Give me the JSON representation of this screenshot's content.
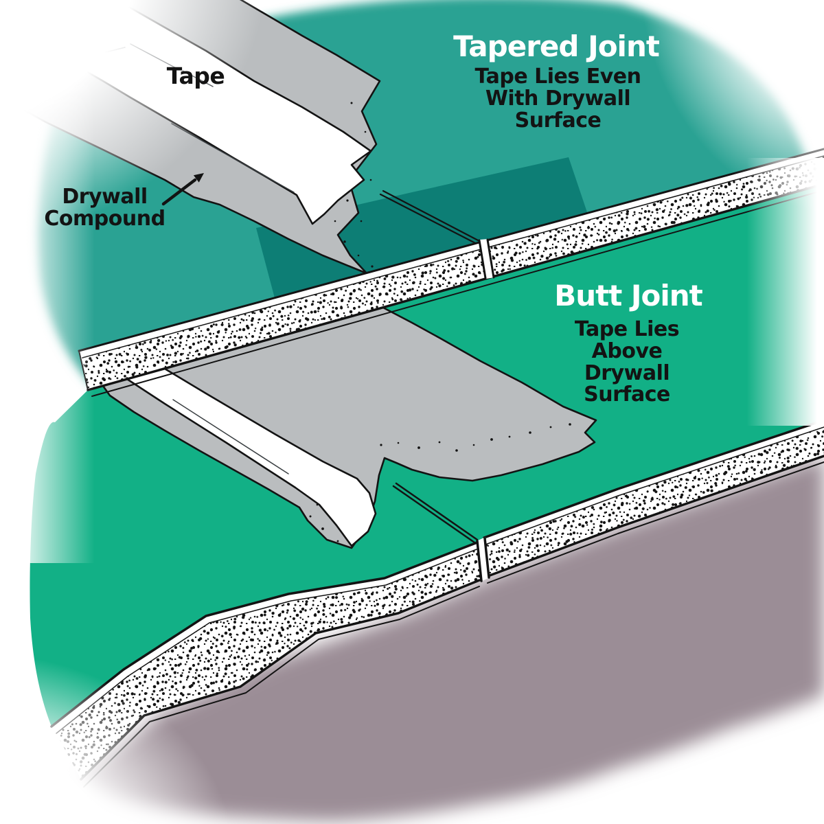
{
  "illustration": {
    "tape_label": "Tape",
    "compound_label": "Drywall\nCompound",
    "tapered": {
      "title": "Tapered Joint",
      "subtitle": "Tape Lies Even\nWith Drywall\nSurface"
    },
    "butt": {
      "title": "Butt Joint",
      "subtitle": "Tape Lies\nAbove\nDrywall\nSurface"
    }
  },
  "colors": {
    "teal_bg": "#2aa293",
    "taper_shadow": "#0d7e75",
    "butt_face_green": "#12b086",
    "compound_gray": "#babdbf",
    "tape_white": "#ffffff",
    "core_white": "#ffffff",
    "cast_shadow": "#9b8d96",
    "outline_black": "#131313",
    "title_text": "#ffffff",
    "body_text": "#131313"
  }
}
